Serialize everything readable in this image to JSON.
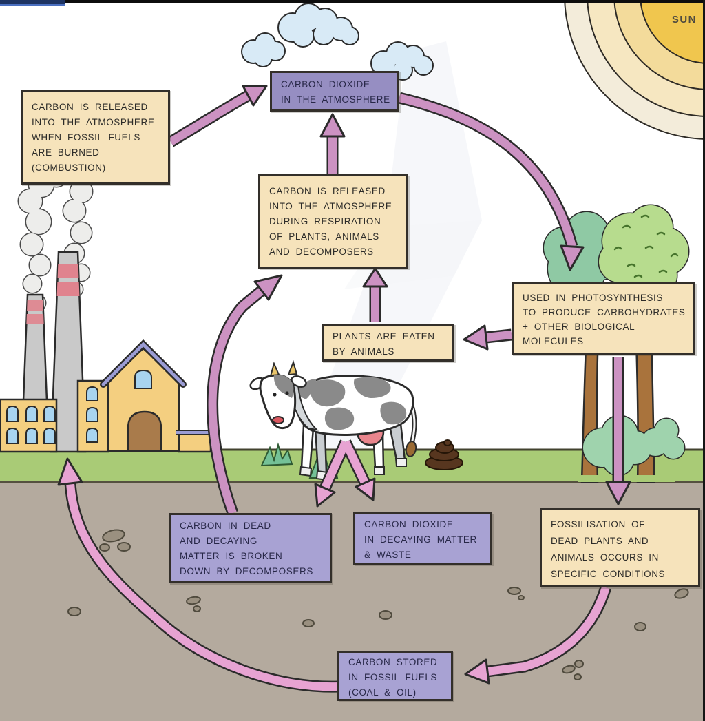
{
  "sun": {
    "label": "SUN"
  },
  "boxes": {
    "atmosphere": {
      "text": "CARBON DIOXIDE\nIN THE ATMOSPHERE"
    },
    "combustion": {
      "text": "CARBON IS RELEASED\nINTO THE ATMOSPHERE\nWHEN FOSSIL FUELS\nARE BURNED\n(COMBUSTION)"
    },
    "respiration": {
      "text": "CARBON IS RELEASED\nINTO THE ATMOSPHERE\nDURING RESPIRATION\nOF PLANTS, ANIMALS\nAND DECOMPOSERS"
    },
    "eaten": {
      "text": "PLANTS ARE EATEN\nBY ANIMALS"
    },
    "photosynthesis": {
      "text": "USED IN PHOTOSYNTHESIS\nTO PRODUCE CARBOHYDRATES\n+ OTHER BIOLOGICAL\nMOLECULES"
    },
    "decomposers": {
      "text": "CARBON IN DEAD\nAND DECAYING\nMATTER IS BROKEN\nDOWN BY DECOMPOSERS"
    },
    "decaying_waste": {
      "text": "CARBON DIOXIDE\nIN DECAYING MATTER\n& WASTE"
    },
    "fossilisation": {
      "text": "FOSSILISATION OF\nDEAD PLANTS AND\nANIMALS OCCURS IN\nSPECIFIC CONDITIONS"
    },
    "fossil_fuels": {
      "text": "CARBON STORED\nIN FOSSIL FUELS\n(COAL & OIL)"
    }
  },
  "palette": {
    "box_cream": "#F6E3BB",
    "box_purple": "#A8A2D3",
    "box_purple_dark": "#968EC2",
    "arrow_mauve": "#CC92C2",
    "arrow_pink": "#E7A3D2",
    "grass": "#A9CB76",
    "soil": "#B4AA9E",
    "sun_core": "#F0C64E",
    "cloud": "#D8EAF6",
    "outline": "#2b2b2b"
  }
}
